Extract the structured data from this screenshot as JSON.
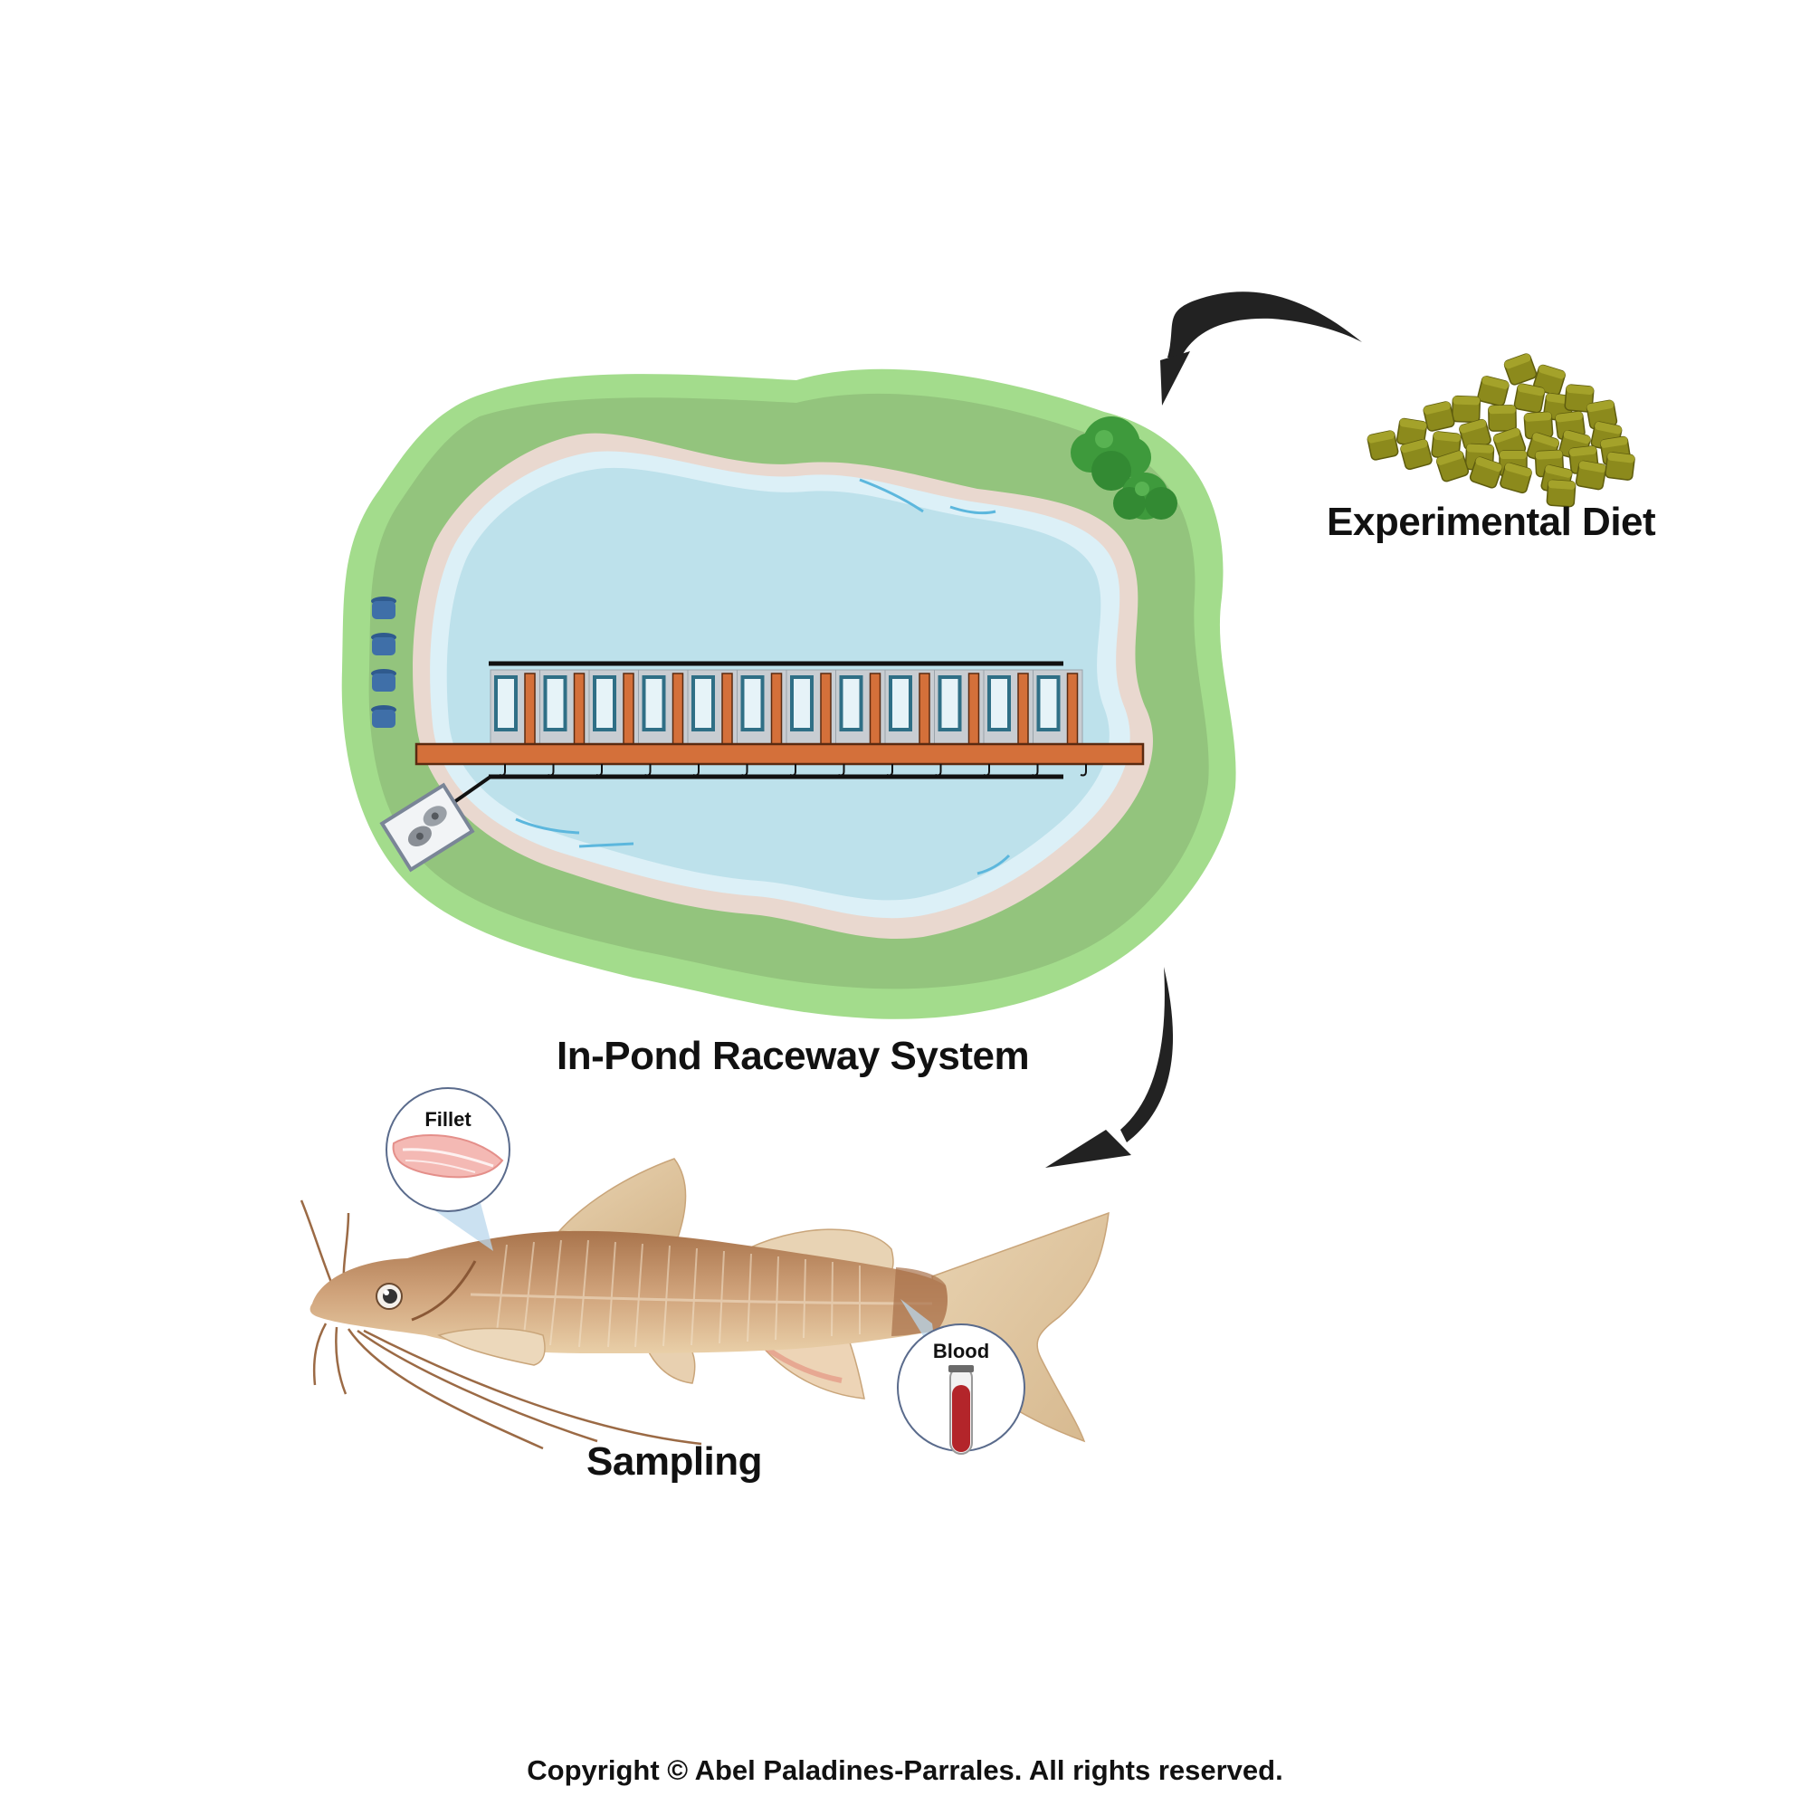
{
  "labels": {
    "diet": "Experimental Diet",
    "raceway": "In-Pond Raceway System",
    "sampling": "Sampling",
    "fillet": "Fillet",
    "blood": "Blood",
    "copyright": "Copyright © Abel Paladines-Parrales. All rights reserved."
  },
  "colors": {
    "grass_outer": "#a3dc8c",
    "grass_inner": "#93c47d",
    "sand": "#e9d8cf",
    "water_edge": "#dcf0f7",
    "water": "#bde1eb",
    "walkway": "#d4703a",
    "raceway_panel": "#c8cdd2",
    "raceway_window": "#2f6f86",
    "tree": "#3e9a3c",
    "feed_bin": "#3f6fa8",
    "pellet": "#8c8a1c",
    "fish_body": "#c99a6e",
    "arrow": "#222222"
  },
  "icons": [
    "tree-icon",
    "feed-bin-icon",
    "blower-icon",
    "feed-pellets-icon",
    "catfish-icon",
    "fillet-icon",
    "blood-tube-icon",
    "curved-arrow-icon"
  ]
}
